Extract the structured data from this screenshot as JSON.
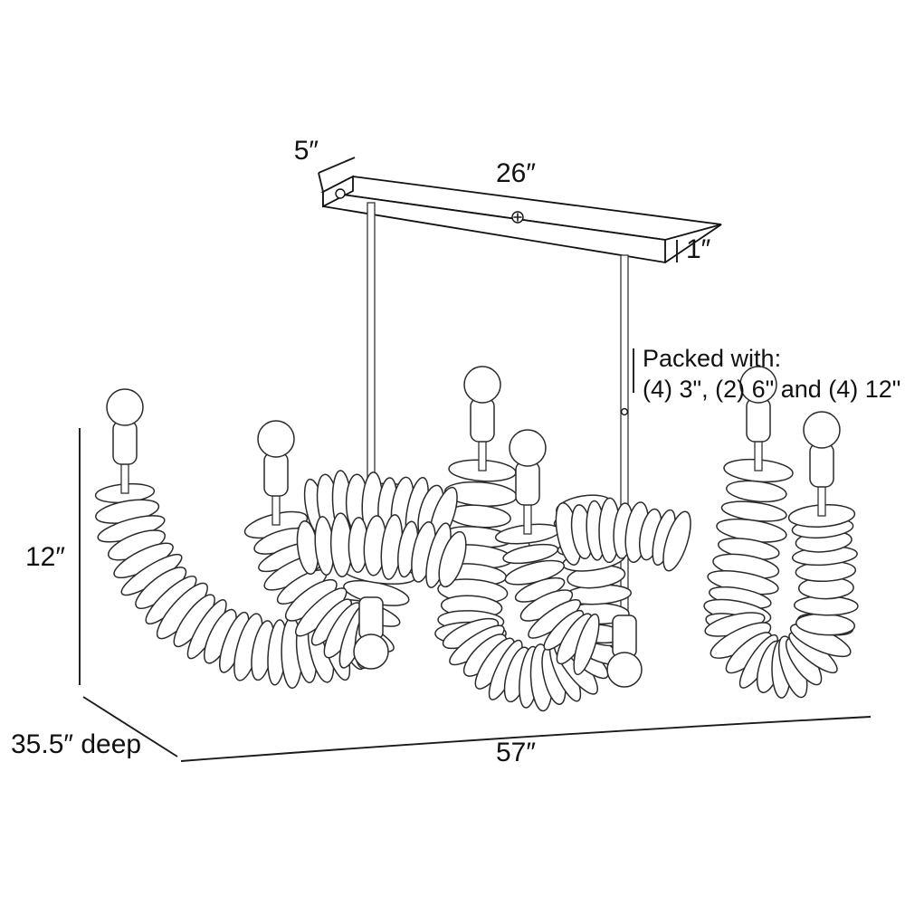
{
  "drawing": {
    "title": "Linear Chandelier Dimension Drawing",
    "product_type": "disc-cluster linear chandelier",
    "background_color": "#ffffff",
    "line_color": "#1a1a1a",
    "text_color": "#111111"
  },
  "dimensions": {
    "canopy_depth": "5″",
    "canopy_length": "26″",
    "canopy_height": "1″",
    "fixture_height": "12″",
    "overall_depth": "35.5″ deep",
    "overall_width": "57″"
  },
  "notes": {
    "packed_title": "Packed with:",
    "packed_detail": "(4) 3\", (2) 6\" and (4) 12\""
  },
  "canopy": {
    "screw_count": 2,
    "rod_count": 2
  },
  "fixture": {
    "bulb_count": 6,
    "arm_count": 3,
    "disc_finish": "outline"
  }
}
